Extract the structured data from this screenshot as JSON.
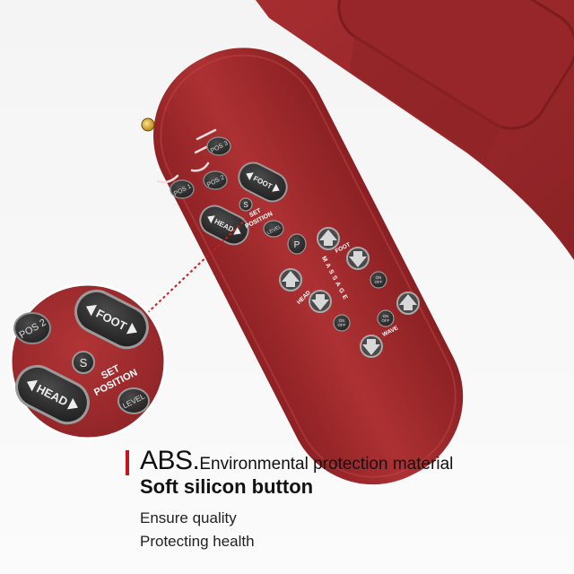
{
  "remote": {
    "buttons": {
      "pos1": "POS 1",
      "pos2": "POS 2",
      "pos3": "POS 3",
      "foot": "FOOT",
      "head": "HEAD",
      "s": "S",
      "set_position_line1": "SET",
      "set_position_line2": "POSITION",
      "level": "LEVEL",
      "p": "P",
      "on_off": "ON\nOFF",
      "on_off_top": "ON",
      "on_off_bottom": "OFF"
    },
    "massage_labels": {
      "foot": "FOOT",
      "head": "HEAD",
      "massage": "MASSAGE",
      "wave": "WAVE"
    }
  },
  "zoom": {
    "pos2": "POS 2",
    "foot": "FOOT",
    "head": "HEAD",
    "s": "S",
    "set": "SET",
    "position": "POSITION",
    "level": "LEVEL"
  },
  "caption": {
    "abs": "ABS.",
    "abs_rest": "Environmental protection material",
    "line2": "Soft silicon button",
    "line3": "Ensure quality",
    "line4": "Protecting health"
  },
  "colors": {
    "body": "#a02a2c",
    "body_dark": "#7e1d20",
    "button": "#2b2b2b",
    "accent": "#c4161c"
  }
}
